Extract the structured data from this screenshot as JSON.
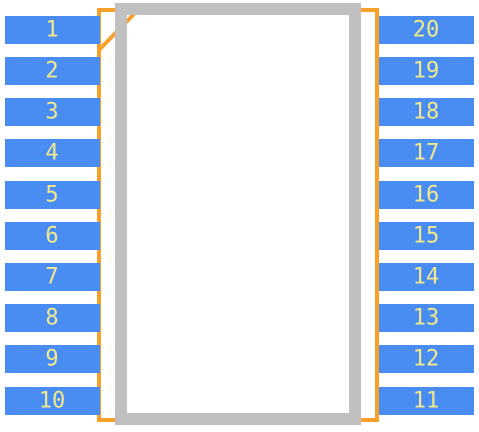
{
  "colors": {
    "pad": "#4a8df2",
    "label": "#f2e88c",
    "outline": "#f7a12b",
    "body": "#c0c0c0",
    "background": "#ffffff"
  },
  "pins": {
    "left": [
      "1",
      "2",
      "3",
      "4",
      "5",
      "6",
      "7",
      "8",
      "9",
      "10"
    ],
    "right": [
      "20",
      "19",
      "18",
      "17",
      "16",
      "15",
      "14",
      "13",
      "12",
      "11"
    ]
  }
}
